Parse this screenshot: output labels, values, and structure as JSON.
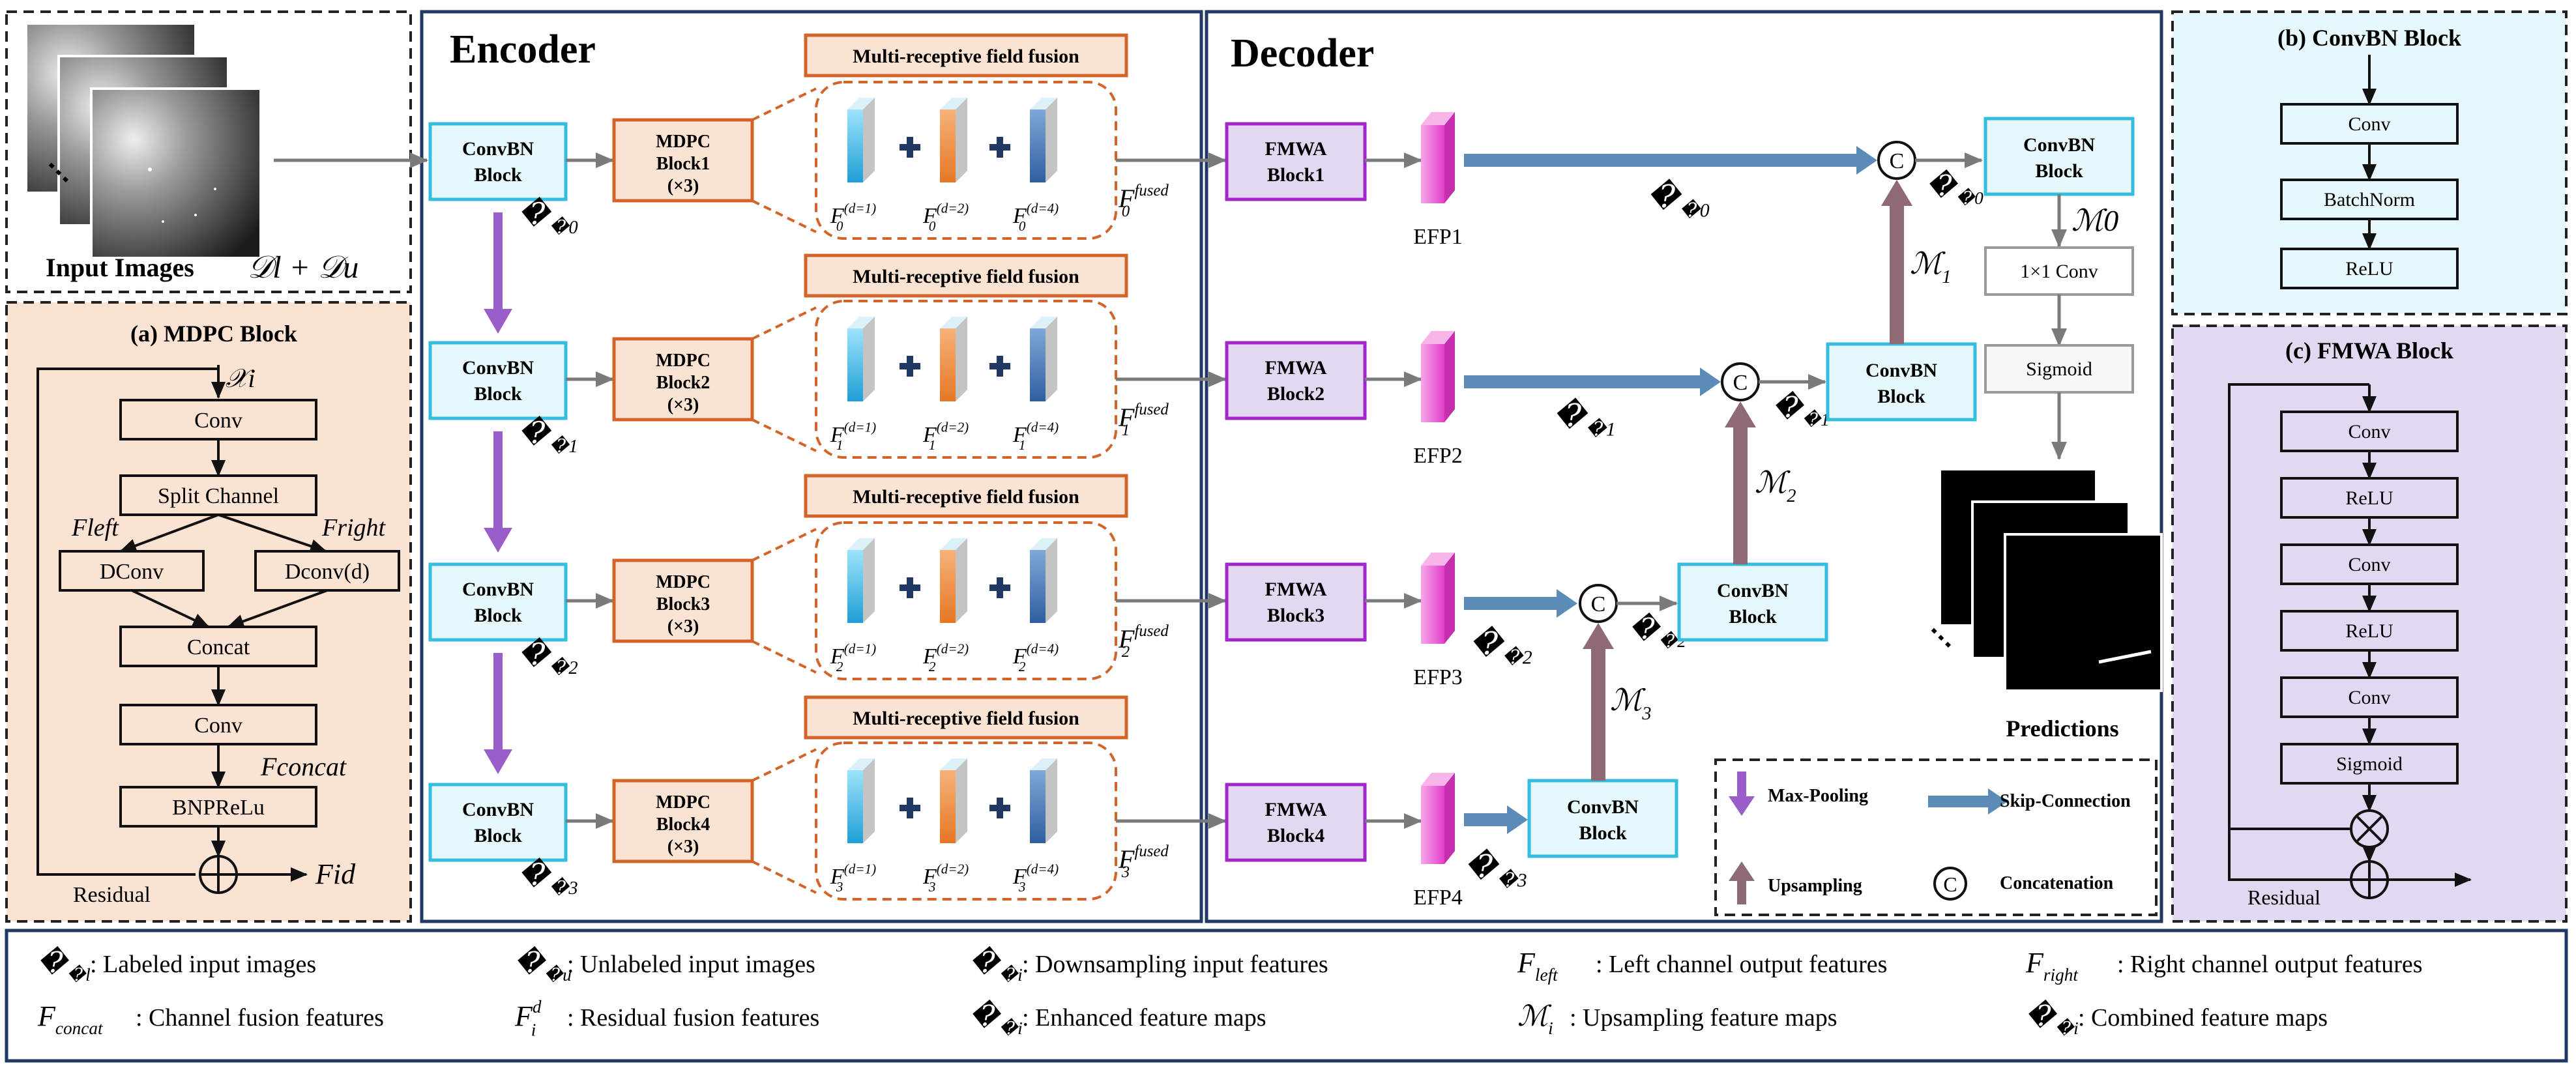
{
  "input": {
    "title": "Input Images",
    "formula": "𝒟l + 𝒟u",
    "dots": "⋮"
  },
  "encoder": {
    "title": "Encoder",
    "fusion_label": "Multi-receptive field fusion",
    "rows": [
      {
        "convbn": [
          "ConvBN",
          "Block"
        ],
        "mdpc": [
          "MDPC",
          "Block1",
          "(×3)"
        ],
        "x": "𝒳0",
        "f": [
          "F0(d=1)",
          "F0(d=2)",
          "F0(d=4)"
        ],
        "fused": "F0fused"
      },
      {
        "convbn": [
          "ConvBN",
          "Block"
        ],
        "mdpc": [
          "MDPC",
          "Block2",
          "(×3)"
        ],
        "x": "𝒳1",
        "f": [
          "F1(d=1)",
          "F1(d=2)",
          "F1(d=4)"
        ],
        "fused": "F1fused"
      },
      {
        "convbn": [
          "ConvBN",
          "Block"
        ],
        "mdpc": [
          "MDPC",
          "Block3",
          "(×3)"
        ],
        "x": "𝒳2",
        "f": [
          "F2(d=1)",
          "F2(d=2)",
          "F2(d=4)"
        ],
        "fused": "F2fused"
      },
      {
        "convbn": [
          "ConvBN",
          "Block"
        ],
        "mdpc": [
          "MDPC",
          "Block4",
          "(×3)"
        ],
        "x": "𝒳3",
        "f": [
          "F3(d=1)",
          "F3(d=2)",
          "F3(d=4)"
        ],
        "fused": "F3fused"
      }
    ]
  },
  "decoder": {
    "title": "Decoder",
    "fmwa": [
      [
        "FMWA",
        "Block1"
      ],
      [
        "FMWA",
        "Block2"
      ],
      [
        "FMWA",
        "Block3"
      ],
      [
        "FMWA",
        "Block4"
      ]
    ],
    "efp": [
      "EFP1",
      "EFP2",
      "EFP3",
      "EFP4"
    ],
    "w": [
      "𝒲0",
      "𝒲1",
      "𝒲2",
      "𝒲3"
    ],
    "c": [
      "𝒞0",
      "𝒞1",
      "𝒞2"
    ],
    "m": [
      "ℳ0",
      "ℳ1",
      "ℳ2",
      "ℳ3"
    ],
    "convbn": [
      "ConvBN",
      "Block"
    ],
    "conv1x1": "1×1 Conv",
    "sigmoid": "Sigmoid",
    "predictions": "Predictions",
    "concat_symbol": "C",
    "legend": {
      "maxpool": "Max-Pooling",
      "skip": "Skip-Connection",
      "upsampling": "Upsampling",
      "concatenation": "Concatenation"
    }
  },
  "mdpc_block": {
    "title": "(a) MDPC Block",
    "xi": "𝒳i",
    "conv": "Conv",
    "split": "Split Channel",
    "fleft": "Fleft",
    "fright": "Fright",
    "dconv": "DConv",
    "deconv": "Dconv(d)",
    "concat": "Concat",
    "conv2": "Conv",
    "fconcat": "Fconcat",
    "bnprelu": "BNPReLu",
    "residual": "Residual",
    "fid": "Fid"
  },
  "convbn_block": {
    "title": "(b) ConvBN Block",
    "items": [
      "Conv",
      "BatchNorm",
      "ReLU"
    ]
  },
  "fmwa_block": {
    "title": "(c) FMWA Block",
    "items": [
      "Conv",
      "ReLU",
      "Conv",
      "ReLU",
      "Conv",
      "Sigmoid"
    ],
    "residual": "Residual"
  },
  "glossary": [
    {
      "sym": "𝒟l",
      "text": ": Labeled input images"
    },
    {
      "sym": "𝒟u",
      "text": ": Unlabeled input images"
    },
    {
      "sym": "𝒳i",
      "text": ": Downsampling input features"
    },
    {
      "sym": "Fleft",
      "text": ": Left channel output features"
    },
    {
      "sym": "Fright",
      "text": ": Right channel output features"
    },
    {
      "sym": "Fconcat",
      "text": " : Channel fusion features"
    },
    {
      "sym": "Fid",
      "text": ": Residual fusion features"
    },
    {
      "sym": "𝒲i",
      "text": ": Enhanced feature maps"
    },
    {
      "sym": "ℳi",
      "text": ": Upsampling feature maps"
    },
    {
      "sym": "𝒞i",
      "text": ": Combined feature maps"
    }
  ],
  "colors": {
    "salmon_bg": "#fbe3d4",
    "cyan_bg": "#e6f8fb",
    "lavender_bg": "#e3d8f2",
    "convbn_border": "#33bde0",
    "mdpc_border": "#d2642a",
    "fmwa_border": "#a026c9",
    "skip_arrow": "#5b8cb8",
    "maxpool_arrow": "#9a5ecb",
    "upsample_arrow": "#8f6a72",
    "grey_arrow": "#7a7a7a",
    "cube_cyan": "#3fb3e3",
    "cube_orange": "#ee8a3c",
    "cube_blue": "#3f74b2",
    "efp_pink": "#ea4fd2"
  }
}
